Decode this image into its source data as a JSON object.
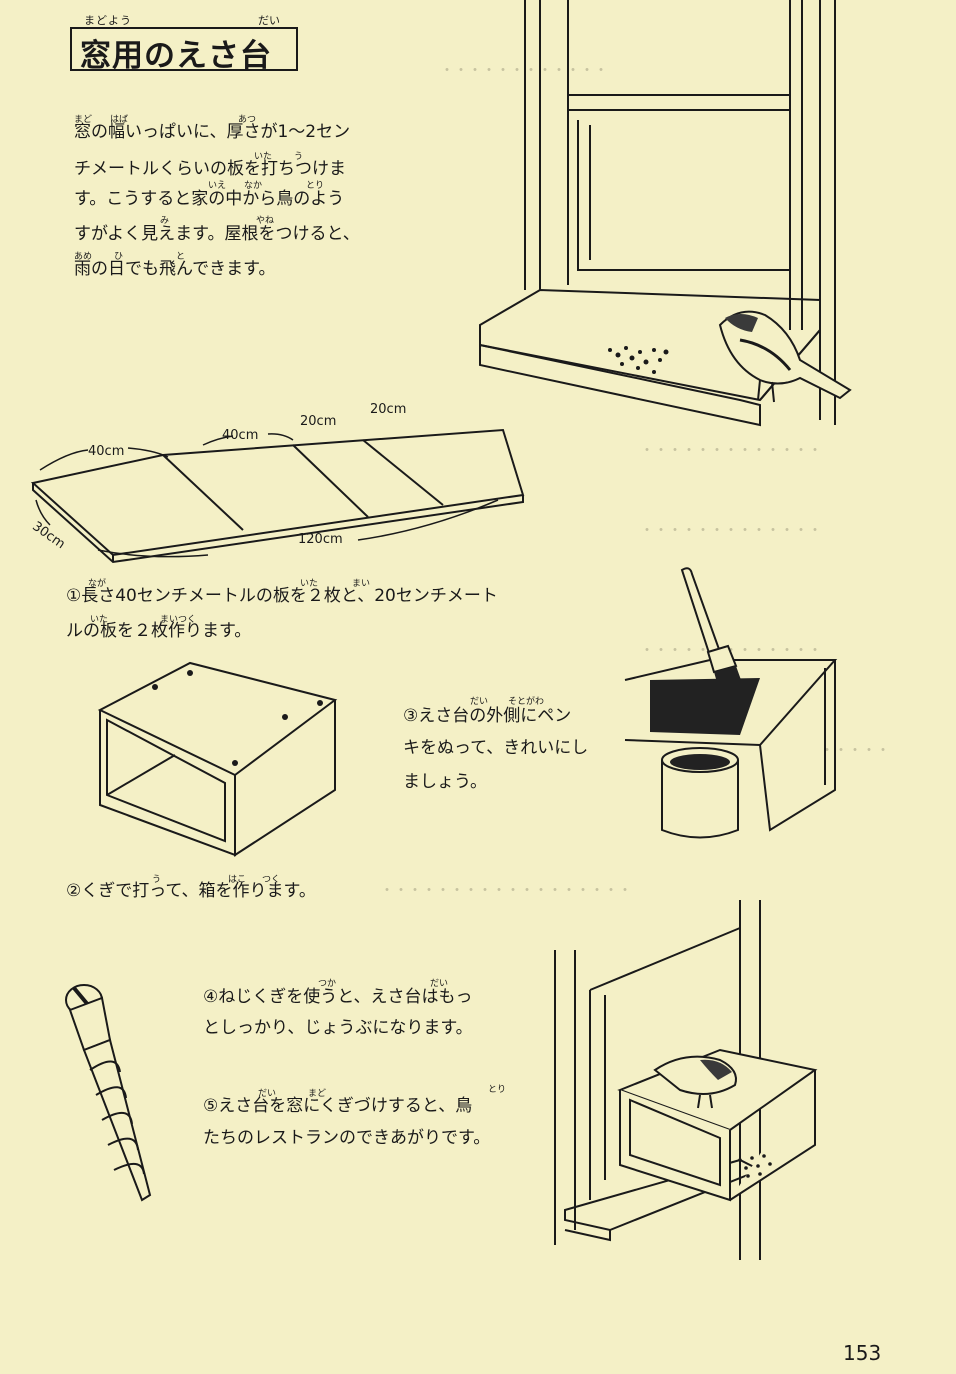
{
  "title": {
    "text": "窓用のえさ台",
    "ruby_left": "まどよう",
    "ruby_right": "だい"
  },
  "intro": {
    "lines": [
      "窓の幅いっぱいに、厚さが1～2セン",
      "チメートルくらいの板を打ちつけま",
      "す。こうすると家の中から鳥のよう",
      "すがよく見えます。屋根をつけると、",
      "雨の日でも飛んできます。"
    ],
    "ruby": [
      "まど",
      "はば",
      "あつ",
      "いた",
      "う",
      "いえ",
      "なか",
      "とり",
      "み",
      "やね",
      "あめ",
      "ひ",
      "と"
    ]
  },
  "board_diagram": {
    "dims": [
      "40cm",
      "40cm",
      "20cm",
      "20cm",
      "30cm",
      "120cm"
    ]
  },
  "steps": {
    "step1": [
      "①長さ40センチメートルの板を２枚と、20センチメート",
      "ルの板を２枚作ります。"
    ],
    "step1_ruby": [
      "なが",
      "いた",
      "まい",
      "いた",
      "まいつく"
    ],
    "step2": "②くぎで打って、箱を作ります。",
    "step2_ruby": [
      "う",
      "はこ",
      "つく"
    ],
    "step3": [
      "③えさ台の外側にペン",
      "キをぬって、きれいにし",
      "ましょう。"
    ],
    "step3_ruby": [
      "だい",
      "そとがわ"
    ],
    "step4": [
      "④ねじくぎを使うと、えさ台はもっ",
      "としっかり、じょうぶになります。"
    ],
    "step4_ruby": [
      "つか",
      "だい"
    ],
    "step5": [
      "⑤えさ台を窓にくぎづけすると、鳥",
      "たちのレストランのできあがりです。"
    ],
    "step5_ruby": [
      "だい",
      "まど",
      "とり"
    ]
  },
  "page_number": "153"
}
